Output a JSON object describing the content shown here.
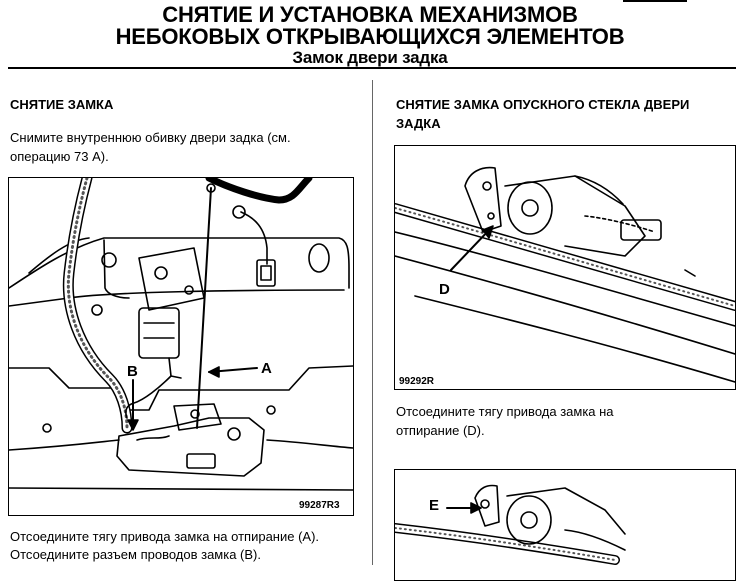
{
  "header": {
    "line1": "СНЯТИЕ И УСТАНОВКА МЕХАНИЗМОВ",
    "line2": "НЕБОКОВЫХ ОТКРЫВАЮЩИХСЯ ЭЛЕМЕНТОВ",
    "subtitle": "Замок двери задка"
  },
  "left": {
    "heading": "СНЯТИЕ ЗАМКА",
    "intro_line1": "Снимите внутреннюю обивку двери задка (см.",
    "intro_line2": "операцию 73 А).",
    "figure": {
      "code": "99287R3",
      "label_a": "A",
      "label_b": "B"
    },
    "step1": "Отсоедините тягу привода замка на отпирание (А).",
    "step2": "Отсоедините разъем проводов замка (В)."
  },
  "right": {
    "heading_line1": "СНЯТИЕ ЗАМКА ОПУСКНОГО СТЕКЛА ДВЕРИ",
    "heading_line2": "ЗАДКА",
    "figure1": {
      "code": "99292R",
      "label": "D"
    },
    "step_line1": "Отсоедините тягу привода замка на",
    "step_line2": "отпирание (D).",
    "figure2": {
      "label": "E"
    }
  }
}
